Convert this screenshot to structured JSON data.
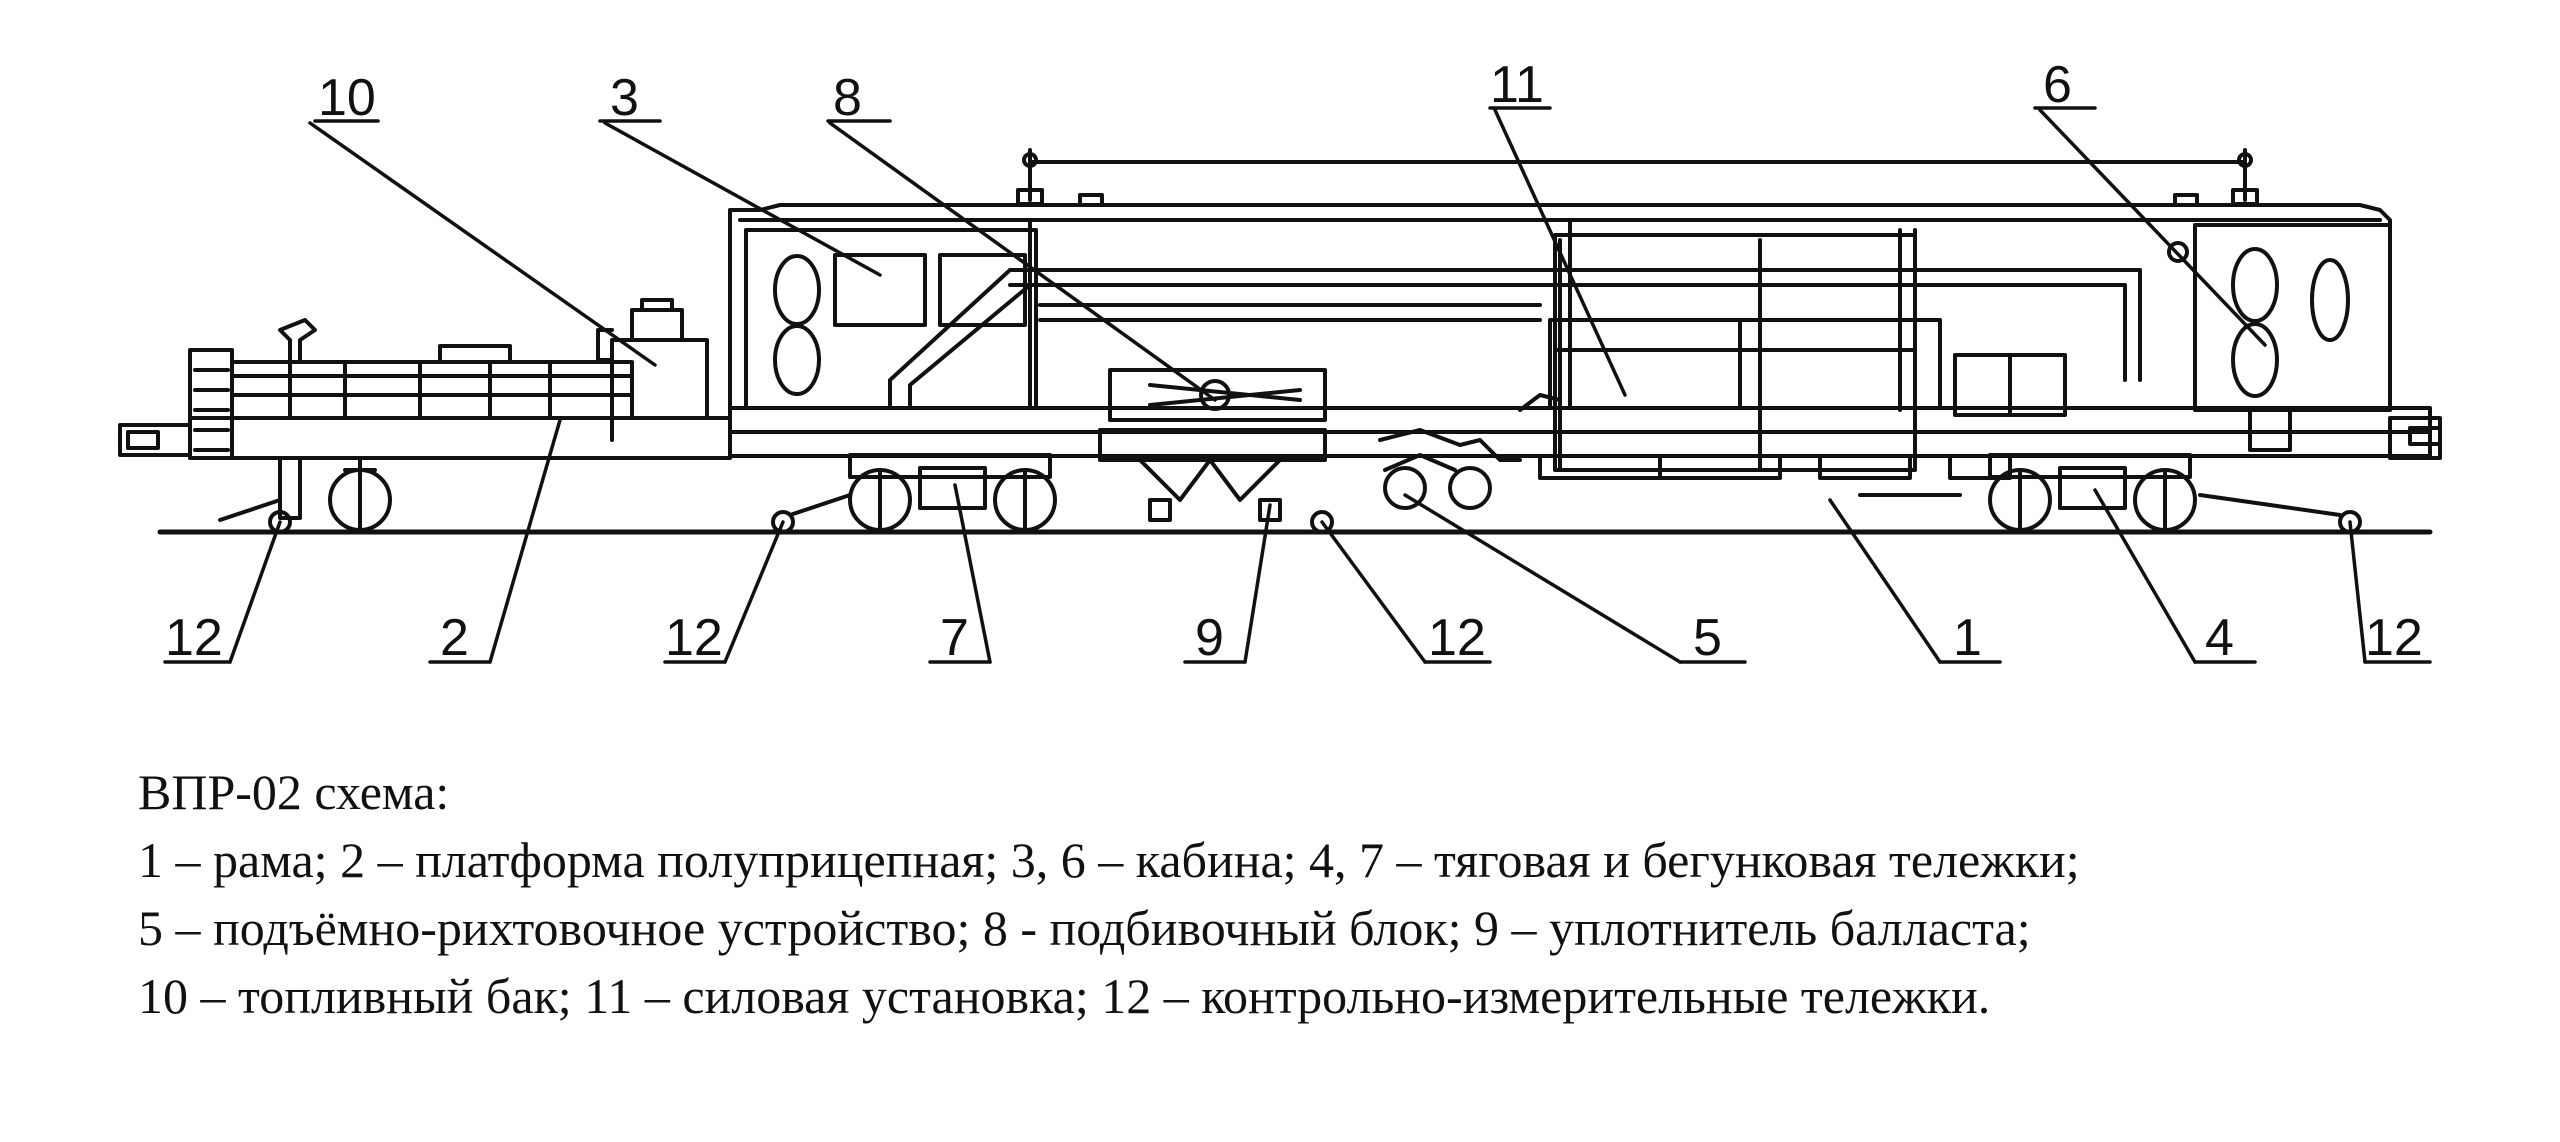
{
  "callouts": [
    {
      "id": "c10-top",
      "label": "10"
    },
    {
      "id": "c3",
      "label": "3"
    },
    {
      "id": "c8",
      "label": "8"
    },
    {
      "id": "c11",
      "label": "11"
    },
    {
      "id": "c6",
      "label": "6"
    },
    {
      "id": "c12a",
      "label": "12"
    },
    {
      "id": "c2",
      "label": "2"
    },
    {
      "id": "c12b",
      "label": "12"
    },
    {
      "id": "c7",
      "label": "7"
    },
    {
      "id": "c9",
      "label": "9"
    },
    {
      "id": "c12c",
      "label": "12"
    },
    {
      "id": "c5",
      "label": "5"
    },
    {
      "id": "c1",
      "label": "1"
    },
    {
      "id": "c4",
      "label": "4"
    },
    {
      "id": "c12d",
      "label": "12"
    }
  ],
  "caption": {
    "title": "ВПР-02 схема:",
    "line1": "1 – рама; 2 – платформа полуприцепная; 3, 6 – кабина; 4, 7 – тяговая и бегунковая тележки;",
    "line2": "5 – подъёмно-рихтовочное устройство; 8 - подбивочный блок; 9 – уплотнитель балласта;",
    "line3": "10 – топливный бак; 11 – силовая установка; 12 – контрольно-измерительные тележки."
  }
}
